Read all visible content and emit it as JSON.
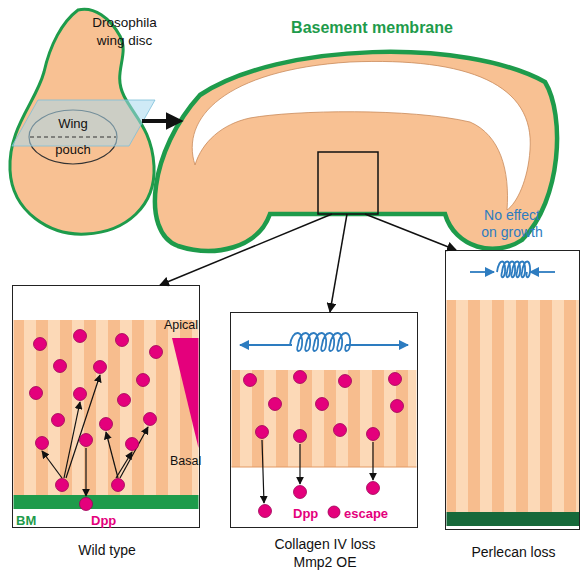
{
  "diagram": {
    "nodes": [
      {
        "text": [
          "Drosophila wing disc"
        ]
      },
      {
        "text": [
          "Wing pouch"
        ],
        "in": 0
      },
      {
        "text": [
          "Basement membrane"
        ]
      },
      {
        "text": [
          "Apical",
          "Basal",
          "BM",
          "Dpp",
          "Wild type"
        ]
      },
      {
        "text": [
          "Dpp",
          "escape",
          "Collagen IV loss Mmp2 OE"
        ]
      },
      {
        "text": [
          "No effect on growth",
          "Perlecan loss"
        ]
      }
    ],
    "edges": [
      {
        "from": 0,
        "to": 2,
        "arrow": "to"
      },
      {
        "from": 2,
        "to": 3,
        "arrow": "to"
      },
      {
        "from": 2,
        "to": 4,
        "arrow": "to"
      },
      {
        "from": 2,
        "to": 5,
        "arrow": "to"
      }
    ]
  }
}
